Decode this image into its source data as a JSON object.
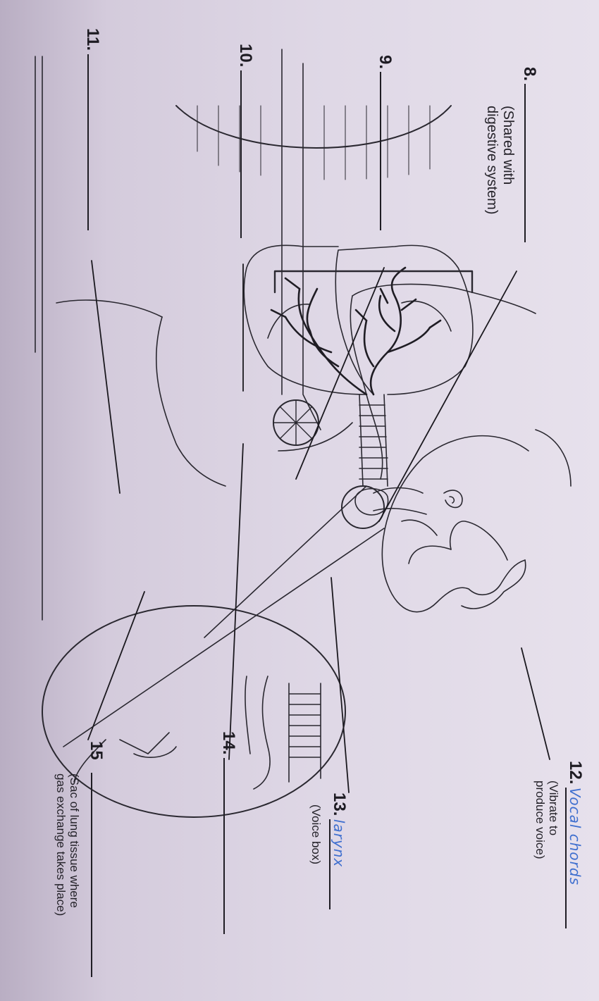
{
  "worksheet": {
    "labels": [
      {
        "num": "8.",
        "note_line1": "(Shared with",
        "note_line2": "digestive system)",
        "answer": ""
      },
      {
        "num": "9.",
        "answer": ""
      },
      {
        "num": "10.",
        "answer": ""
      },
      {
        "num": "11.",
        "answer": ""
      },
      {
        "num": "12.",
        "answer": "Vocal chords",
        "note_line1": "(Vibrate to",
        "note_line2": "produce voice)"
      },
      {
        "num": "13.",
        "answer": "larynx",
        "note_line1": "(Voice box)"
      },
      {
        "num": "14.",
        "answer": ""
      },
      {
        "num": "15",
        "answer": "",
        "note_line1": "(Sac of lung tissue where",
        "note_line2": "gas exchange takes place)"
      }
    ]
  },
  "colors": {
    "ink": "#1d1b22",
    "handwriting": "#3f6fcf",
    "paper": "#dcd4e4"
  }
}
